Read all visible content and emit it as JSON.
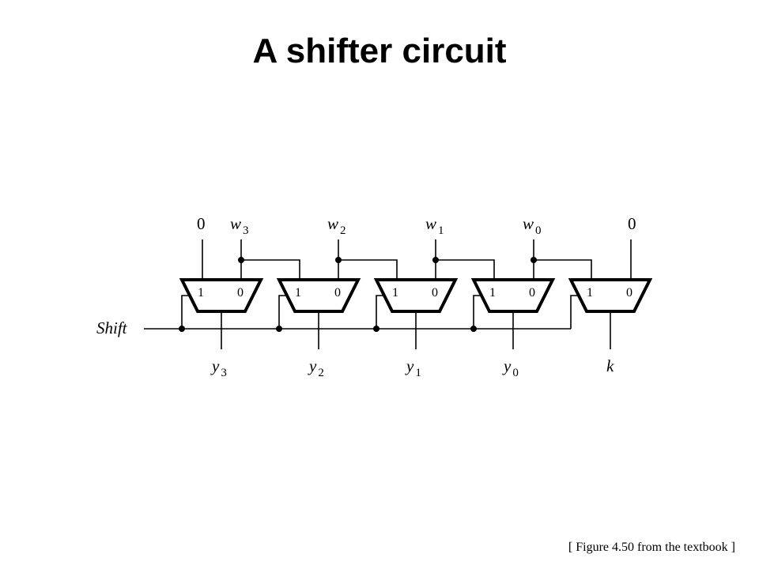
{
  "title": "A shifter circuit",
  "caption": "[ Figure 4.50 from the textbook ]",
  "shift_label": "Shift",
  "inputs": [
    {
      "id": "in-zero-left",
      "text": "0"
    },
    {
      "id": "w3",
      "base": "w",
      "sub": "3"
    },
    {
      "id": "w2",
      "base": "w",
      "sub": "2"
    },
    {
      "id": "w1",
      "base": "w",
      "sub": "1"
    },
    {
      "id": "w0",
      "base": "w",
      "sub": "0"
    },
    {
      "id": "in-zero-right",
      "text": "0"
    }
  ],
  "outputs": [
    {
      "id": "y3",
      "base": "y",
      "sub": "3"
    },
    {
      "id": "y2",
      "base": "y",
      "sub": "2"
    },
    {
      "id": "y1",
      "base": "y",
      "sub": "1"
    },
    {
      "id": "y0",
      "base": "y",
      "sub": "0"
    },
    {
      "id": "k",
      "base": "k",
      "sub": ""
    }
  ],
  "mux_pins": {
    "one": "1",
    "zero": "0"
  }
}
